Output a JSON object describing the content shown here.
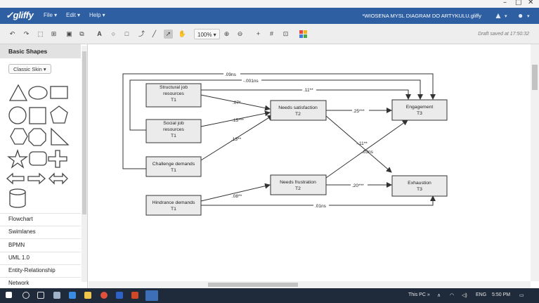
{
  "window": {
    "minimize": "–",
    "maximize": "□",
    "close": "✕"
  },
  "app": {
    "logo": "gliffy",
    "menus": [
      "File ▾",
      "Edit ▾",
      "Help ▾"
    ],
    "doc_title": "*WIOSENA MYSL DIAGRAM DO ARTYKULU.gliffy",
    "drive_icon": "drive-icon",
    "user_icon": "user-icon"
  },
  "toolbar": {
    "zoom": "100% ▾",
    "draft": "Draft saved at 17:50:32",
    "text_tool": "A"
  },
  "sidebar": {
    "header": "Basic Shapes",
    "skin": "Classic Skin ▾",
    "items": [
      "Flowchart",
      "Swimlanes",
      "BPMN",
      "UML 1.0",
      "Entity-Relationship",
      "Network"
    ]
  },
  "diagram": {
    "nodes": {
      "structural": [
        "Structural job",
        "resources",
        "T1"
      ],
      "social": [
        "Social job",
        "resources",
        "T1"
      ],
      "challenge": [
        "Challenge demands",
        "T1"
      ],
      "hindrance": [
        "Hindrance demands",
        "T1"
      ],
      "needs_sat": [
        "Needs satisfaction",
        "T2"
      ],
      "needs_frus": [
        "Needs frustration",
        "T2"
      ],
      "engagement": [
        "Engagement",
        "T3"
      ],
      "exhaustion": [
        "Exhaustion",
        "T3"
      ]
    },
    "labels": {
      "l09": ".09ns",
      "l001": "-.001ns",
      "l11a": ".11**",
      "l07": ".07*",
      "l15": "-.15***",
      "l13": ".13**",
      "l25": ".25***",
      "l11b": "-.11**",
      "l03": ".03ns",
      "l08": ".08**",
      "l20": ".20***",
      "l01": ".01ns"
    }
  },
  "taskbar": {
    "this_pc": "This PC »",
    "lang": "ENG",
    "time": "5:50 PM"
  }
}
